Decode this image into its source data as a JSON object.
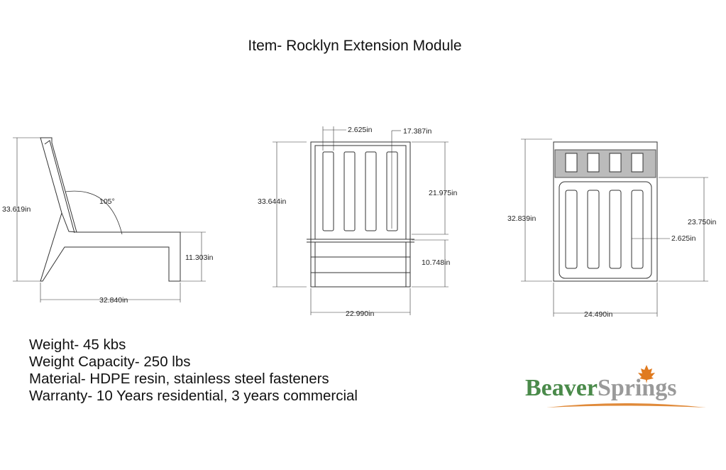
{
  "title": "Item- Rocklyn Extension Module",
  "side_view": {
    "height": "33.619in",
    "angle": "105°",
    "seat_height": "11.303in",
    "depth": "32.840in"
  },
  "front_view": {
    "slat_width": "2.625in",
    "inner_width": "17.387in",
    "height": "33.644in",
    "back_height": "21.975in",
    "seat_height": "10.748in",
    "width": "22.990in"
  },
  "back_view": {
    "height": "32.839in",
    "back_height": "23.750in",
    "slat_width": "2.625in",
    "width": "24.490in"
  },
  "specs": [
    "Weight- 45 kbs",
    "Weight Capacity- 250 lbs",
    "Material- HDPE resin, stainless steel fasteners",
    "Warranty- 10 Years residential, 3 years commercial"
  ],
  "logo": {
    "part1": "Beaver",
    "part2": "Springs",
    "color1": "#4a8a4a",
    "color2": "#9a9a9a",
    "leaf_color": "#e07a1f",
    "swoosh_color": "#e08a3a"
  }
}
